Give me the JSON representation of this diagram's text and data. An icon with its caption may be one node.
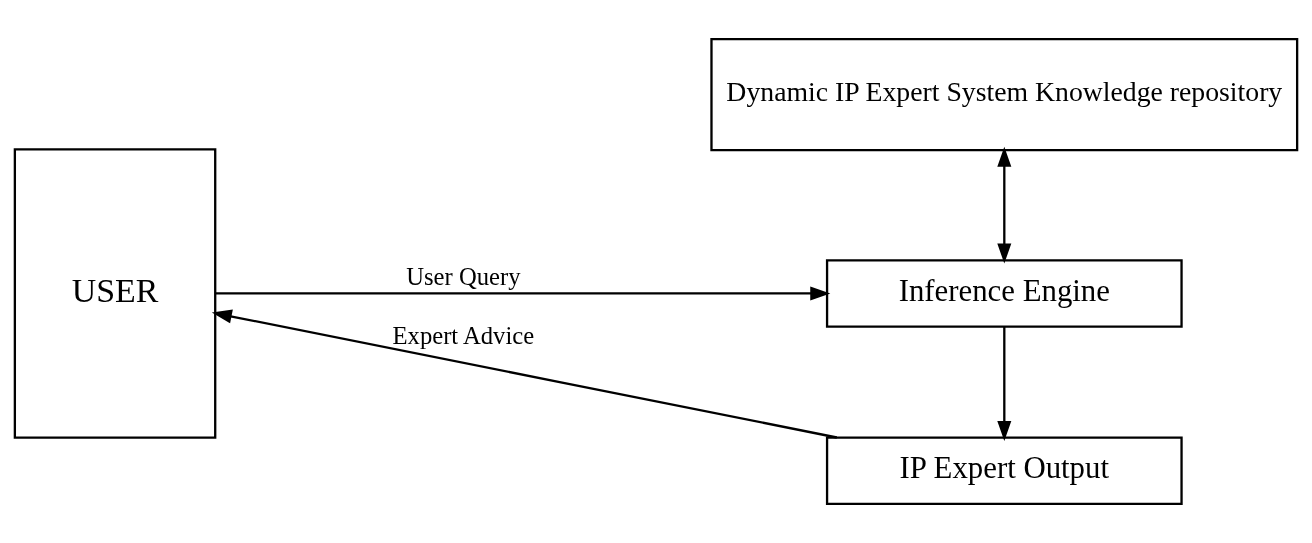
{
  "diagram": {
    "nodes": [
      {
        "text": [
          "USER"
        ]
      },
      {
        "text": [
          "Dynamic IP Expert System Knowledge repository"
        ]
      },
      {
        "text": [
          "Inference Engine"
        ]
      },
      {
        "text": [
          "IP Expert Output"
        ]
      }
    ],
    "edges": [
      {
        "from": 0,
        "to": 2,
        "arrow": "to",
        "label": "User Query"
      },
      {
        "from": 1,
        "to": 2,
        "arrow": "both"
      },
      {
        "from": 2,
        "to": 3,
        "arrow": "to"
      },
      {
        "from": 3,
        "to": 0,
        "arrow": "to",
        "label": "Expert Advice"
      }
    ]
  }
}
